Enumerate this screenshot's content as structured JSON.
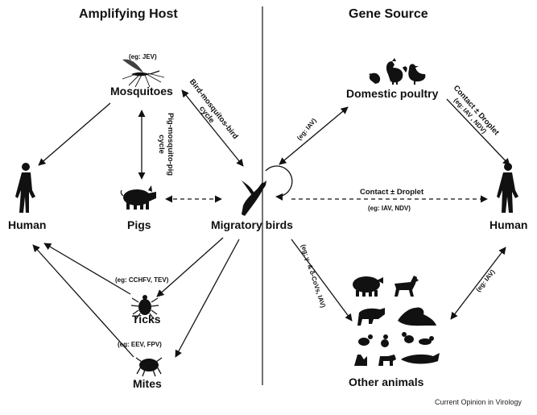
{
  "headers": {
    "left": "Amplifying Host",
    "right": "Gene Source"
  },
  "nodes": {
    "mosquitoes": "Mosquitoes",
    "human_left": "Human",
    "pigs": "Pigs",
    "migratory_birds": "Migratory birds",
    "ticks": "Ticks",
    "mites": "Mites",
    "domestic_poultry": "Domestic poultry",
    "human_right": "Human",
    "other_animals": "Other animals"
  },
  "labels": {
    "jev": "(eg: JEV)",
    "pig_cycle_1": "Pig-mosquito-pig",
    "pig_cycle_2": "cycle",
    "bird_cycle_1": "Bird-mosquitos-bird",
    "bird_cycle_2": "cycle",
    "cchfv": "(eg: CCHFV, TEV)",
    "eev": "(eg: EEV, FPV)",
    "iav_poultry": "(eg: IAV)",
    "contact_poultry_1": "Contact ± Droplet",
    "contact_poultry_2": "(eg: IAV , NDV)",
    "contact_birds": "Contact ± Droplet",
    "contact_birds_eg": "(eg: IAV, NDV)",
    "covs": "(eg: γ- & δ-CoVs, IAV)",
    "iav_other": "(eg: IAV)"
  },
  "credit": "Current Opinion in Virology",
  "icons": [
    "mosquito-icon",
    "human-icon",
    "pig-icon",
    "bird-icon",
    "tick-icon",
    "mite-icon",
    "poultry-icon",
    "animals-icon"
  ]
}
